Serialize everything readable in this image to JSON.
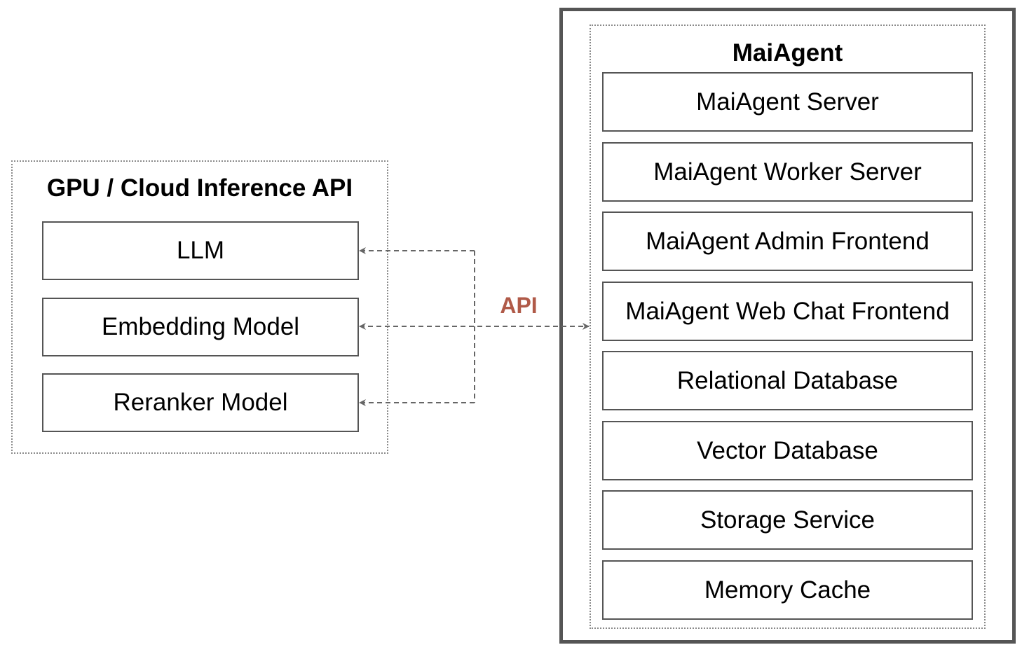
{
  "left_group": {
    "title": "GPU / Cloud Inference API",
    "items": [
      "LLM",
      "Embedding Model",
      "Reranker Model"
    ]
  },
  "right_group": {
    "title": "MaiAgent",
    "items": [
      "MaiAgent Server",
      "MaiAgent Worker Server",
      "MaiAgent Admin Frontend",
      "MaiAgent Web Chat Frontend",
      "Relational Database",
      "Vector Database",
      "Storage Service",
      "Memory Cache"
    ]
  },
  "connector": {
    "label": "API",
    "label_color": "#b05a48",
    "line_color": "#666666"
  }
}
